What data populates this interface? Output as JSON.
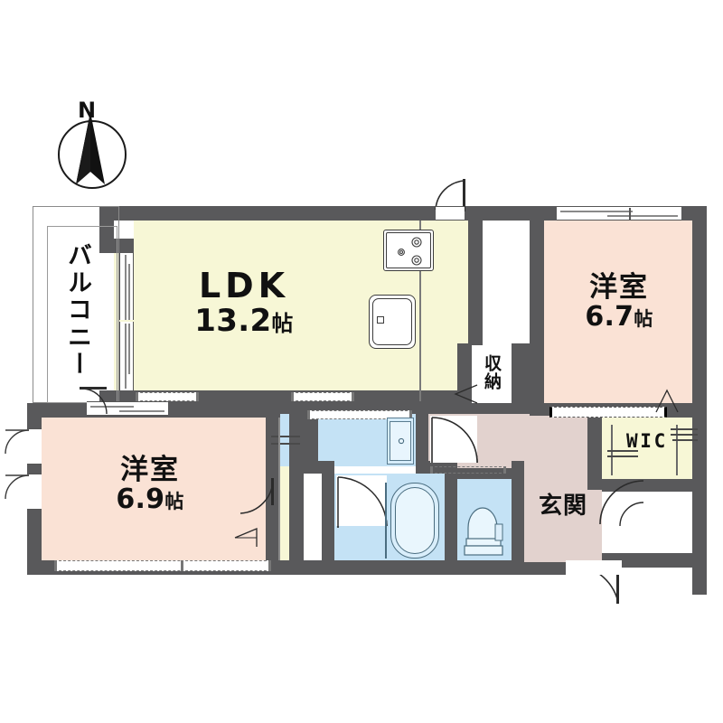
{
  "document": {
    "type": "floor-plan",
    "title": "間取り図",
    "language": "ja"
  },
  "compass": {
    "label": "N",
    "name": "north-arrow"
  },
  "rooms": [
    {
      "id": "balcony",
      "name_jp": "バルコニー",
      "orientation": "vertical",
      "area": "",
      "unit": "",
      "fill": "#ffffff"
    },
    {
      "id": "ldk",
      "name_jp": "LDK",
      "orientation": "horizontal",
      "area": "13.2",
      "unit": "帖",
      "fill": "#f7f7d6"
    },
    {
      "id": "bedroom1",
      "name_jp": "洋室",
      "orientation": "horizontal",
      "area": "6.7",
      "unit": "帖",
      "fill": "#fae2d5"
    },
    {
      "id": "bedroom2",
      "name_jp": "洋室",
      "orientation": "horizontal",
      "area": "6.9",
      "unit": "帖",
      "fill": "#fae2d5"
    },
    {
      "id": "storage",
      "name_jp": "収納",
      "orientation": "vertical",
      "area": "",
      "unit": "",
      "fill": "#ffffff"
    },
    {
      "id": "wic",
      "name_jp": "WIC",
      "orientation": "horizontal",
      "area": "",
      "unit": "",
      "fill": "#f7f7d6"
    },
    {
      "id": "genkan",
      "name_jp": "玄関",
      "orientation": "horizontal",
      "area": "",
      "unit": "",
      "fill": "#e2d2ce"
    }
  ],
  "labels": {
    "balcony": "バルコニー",
    "ldk_name": "LDK",
    "ldk_area": "13.2",
    "bedroom1_name": "洋室",
    "bedroom1_area": "6.7",
    "bedroom2_name": "洋室",
    "bedroom2_area": "6.9",
    "storage": "収納",
    "wic": "WIC",
    "genkan": "玄関",
    "unit": "帖"
  },
  "colors": {
    "wall": "#59595b",
    "ldk_fill": "#f7f7d6",
    "bedroom_fill": "#fae2d5",
    "hall_fill": "#e2d2ce",
    "water_fill": "#c4e2f5",
    "wic_fill": "#f7f7d6",
    "line": "#3a3a3a",
    "background": "#ffffff"
  },
  "fixtures": [
    {
      "id": "stove",
      "name": "gas-stove",
      "burners": 3
    },
    {
      "id": "sink",
      "name": "kitchen-sink"
    },
    {
      "id": "bathtub",
      "name": "bathtub"
    },
    {
      "id": "washbasin",
      "name": "wash-basin"
    },
    {
      "id": "toilet",
      "name": "toilet"
    }
  ]
}
